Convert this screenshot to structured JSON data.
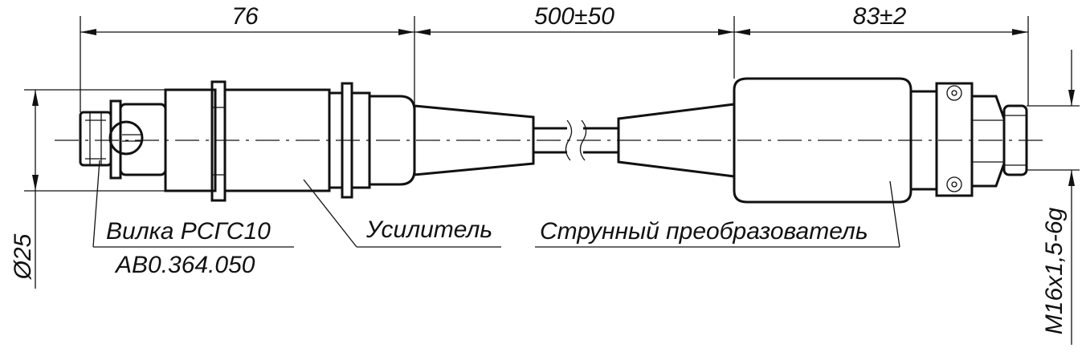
{
  "dimensions": {
    "amplifier_length": "76",
    "cable_length": "500±50",
    "transducer_length": "83±2",
    "diameter": "Ø25",
    "thread": "M16x1,5-6g"
  },
  "callouts": {
    "plug_name": "Вилка РСГС10",
    "plug_code": "АВ0.364.050",
    "amplifier": "Усилитель",
    "transducer": "Струнный преобразователь"
  },
  "colors": {
    "line": "#111111",
    "background": "#ffffff"
  }
}
